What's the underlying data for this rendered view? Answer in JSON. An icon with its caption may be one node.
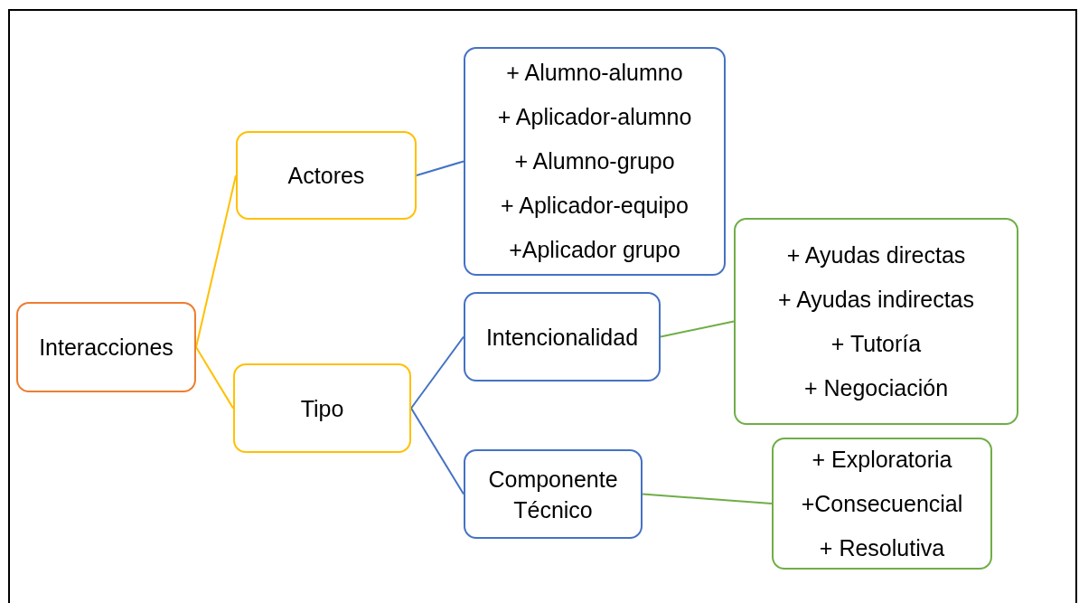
{
  "diagram": {
    "nodes": [
      {
        "text": [
          "Interacciones"
        ]
      },
      {
        "text": [
          "Actores"
        ]
      },
      {
        "text": [
          "Tipo"
        ]
      },
      {
        "text": [
          "+ Alumno-alumno",
          "+ Aplicador-alumno",
          "+ Alumno-grupo",
          "+ Aplicador-equipo",
          "+Aplicador grupo"
        ]
      },
      {
        "text": [
          "Intencionalidad"
        ]
      },
      {
        "text": [
          "Componente Técnico"
        ]
      },
      {
        "text": [
          "+ Ayudas directas",
          "+ Ayudas indirectas",
          "+ Tutoría",
          "+ Negociación"
        ]
      },
      {
        "text": [
          "+ Exploratoria",
          "+Consecuencial",
          "+ Resolutiva"
        ]
      }
    ],
    "edges": [
      {
        "from": 0,
        "to": 1,
        "arrow": "none",
        "color": "#ffc000"
      },
      {
        "from": 0,
        "to": 2,
        "arrow": "none",
        "color": "#ffc000"
      },
      {
        "from": 1,
        "to": 3,
        "arrow": "none",
        "color": "#4472c4"
      },
      {
        "from": 2,
        "to": 4,
        "arrow": "none",
        "color": "#4472c4"
      },
      {
        "from": 2,
        "to": 5,
        "arrow": "none",
        "color": "#4472c4"
      },
      {
        "from": 4,
        "to": 6,
        "arrow": "none",
        "color": "#70ad47"
      },
      {
        "from": 5,
        "to": 7,
        "arrow": "none",
        "color": "#70ad47"
      }
    ]
  }
}
